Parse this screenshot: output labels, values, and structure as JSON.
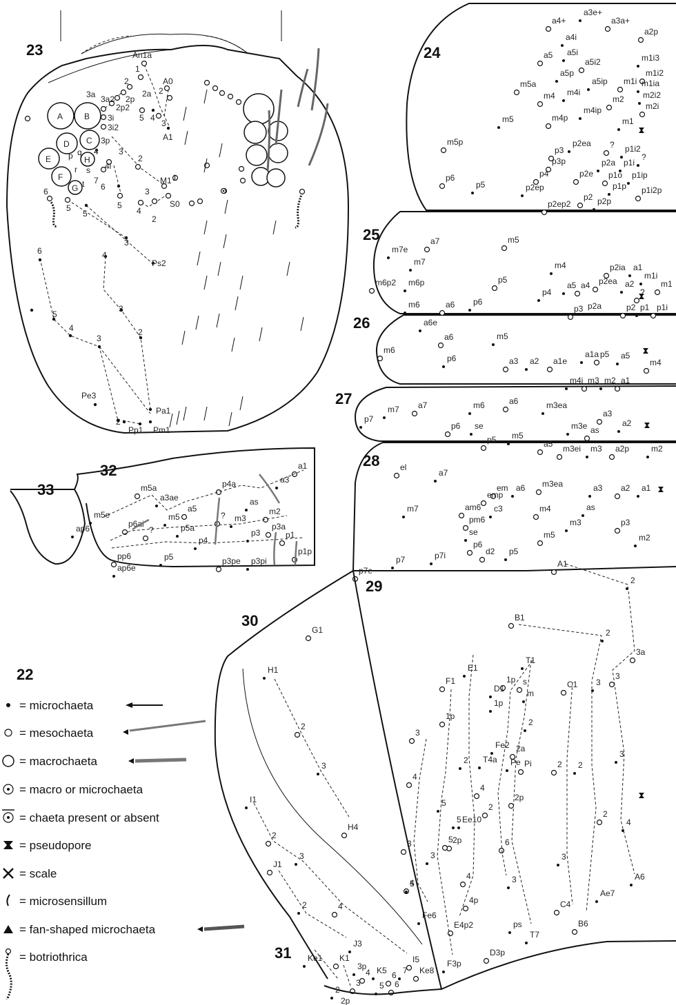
{
  "figures": {
    "f23": "23",
    "f24": "24",
    "f25": "25",
    "f26": "26",
    "f27": "27",
    "f28": "28",
    "f29": "29",
    "f30": "30",
    "f31": "31",
    "f32": "32",
    "f33": "33",
    "f22": "22"
  },
  "legend": {
    "micro": "= microchaeta",
    "meso": "= mesochaeta",
    "macro": "= macrochaeta",
    "macro_or_micro": "= macro or microchaeta",
    "present_or_absent": "= chaeta present or absent",
    "pseudopore": "= pseudopore",
    "scale": "= scale",
    "microsensillum": "= microsensillum",
    "fan": "= fan-shaped microchaeta",
    "botriothrica": "= botriothrica"
  },
  "head": {
    "macro_labels": [
      "A",
      "B",
      "C",
      "D",
      "E",
      "F",
      "G",
      "H"
    ],
    "labels": [
      "An1a",
      "1",
      "2",
      "2a",
      "A0",
      "2",
      "3a",
      "3a2",
      "2p",
      "2p2",
      "3i",
      "3i2",
      "3p",
      "4",
      "5",
      "3",
      "A1",
      "4",
      "4i",
      "3",
      "2",
      "7",
      "6",
      "M1",
      "3",
      "1",
      "5",
      "4",
      "2",
      "S0",
      "6",
      "5",
      "5",
      "3",
      "Ps2",
      "4",
      "6",
      "3",
      "5",
      "4",
      "3",
      "2",
      "Pe3",
      "Pa1",
      "2",
      "Pp1",
      "Pm1",
      "p",
      "q",
      "r",
      "s",
      "t"
    ]
  },
  "fig24": [
    "a4+",
    "a3e+",
    "a3a+",
    "a4i",
    "a2p",
    "m1i3",
    "a5",
    "a5i",
    "a5i2",
    "a5p",
    "m1i2",
    "a5ip",
    "m1i",
    "m1ia",
    "m5a",
    "m4i",
    "m2",
    "m2i2",
    "m4",
    "m1",
    "m2i",
    "m4ip",
    "m4p",
    "m5",
    "m5p",
    "p2ea",
    "?",
    "p1i2",
    "p3",
    "?",
    "p3p",
    "p1i",
    "p2e",
    "p2a",
    "p6",
    "p5",
    "p4",
    "p1ip",
    "p1o",
    "p1p",
    "p1i2p",
    "p2ep",
    "p2",
    "p2p",
    "p2ep2"
  ],
  "fig25": [
    "m7e",
    "a7",
    "m7",
    "m5",
    "m4",
    "p2ia",
    "a1",
    "p2ea",
    "m1i",
    "m6p2",
    "m6p",
    "p5",
    "a5",
    "a4",
    "a2",
    "m1",
    "p4",
    "?",
    "m6",
    "a6",
    "p6",
    "p3",
    "p2a",
    "p2",
    "p1",
    "p1i"
  ],
  "fig26": [
    "a6e",
    "a6",
    "m5",
    "m6",
    "p6",
    "a3",
    "a2",
    "a1e",
    "a1a",
    "p5",
    "a5",
    "m4",
    "m4i",
    "m3",
    "m2",
    "a1"
  ],
  "fig27": [
    "m7",
    "a7",
    "m6",
    "a6",
    "m3ea",
    "a3",
    "p7",
    "p6",
    "se",
    "p5",
    "m5",
    "a5",
    "m3e",
    "as",
    "a2",
    "m3ei",
    "m3",
    "a2p",
    "m2"
  ],
  "fig28": [
    "el",
    "a7",
    "em",
    "a6",
    "m3ea",
    "a3",
    "a2",
    "a1",
    "emp",
    "m7",
    "am6",
    "c3",
    "m4",
    "as",
    "pm6",
    "m3",
    "p3",
    "se",
    "m5",
    "m2",
    "p6",
    "p7i",
    "d2",
    "p5",
    "p7e",
    "p7"
  ],
  "fig29": [
    "A1",
    "2",
    "B1",
    "2",
    "3a",
    "T1",
    "1p",
    "E1",
    "F1",
    "D1",
    "s",
    "m",
    "C1",
    "3",
    "3",
    "1p",
    "1p",
    "2",
    "3",
    "Fe2",
    "2a",
    "T4a",
    "4",
    "Pe",
    "Pi",
    "2",
    "2",
    "2",
    "4",
    "3",
    "2",
    "4",
    "2p",
    "5",
    "2p",
    "5",
    "5",
    "Ee10",
    "2",
    "3",
    "6",
    "3",
    "4",
    "3",
    "3",
    "A6",
    "4",
    "5",
    "4p",
    "Ae7",
    "C4",
    "Fe6",
    "E4p2",
    "ps",
    "B6",
    "T7",
    "D3p",
    "F3p"
  ],
  "fig30": [
    "G1",
    "H1",
    "2",
    "3",
    "H4",
    "I1",
    "2",
    "3",
    "J1",
    "2",
    "4",
    "J3",
    "I5"
  ],
  "fig31": [
    "Ke1",
    "K1",
    "3p",
    "4",
    "K5",
    "6",
    "7",
    "Ke8",
    "2",
    "3",
    "5",
    "6",
    "2p"
  ],
  "fig32": [
    "a1",
    "a3",
    "p4a",
    "as",
    "m5a",
    "a3ae",
    "a5",
    "m5e",
    "?",
    "m3",
    "m2",
    "m5",
    "p6ai",
    "p5a",
    "p3a",
    "ap6",
    "?",
    "p3",
    "p1",
    "p4",
    "pp6",
    "p5",
    "p3pe",
    "p3pi",
    "p1p",
    "ap6e"
  ]
}
